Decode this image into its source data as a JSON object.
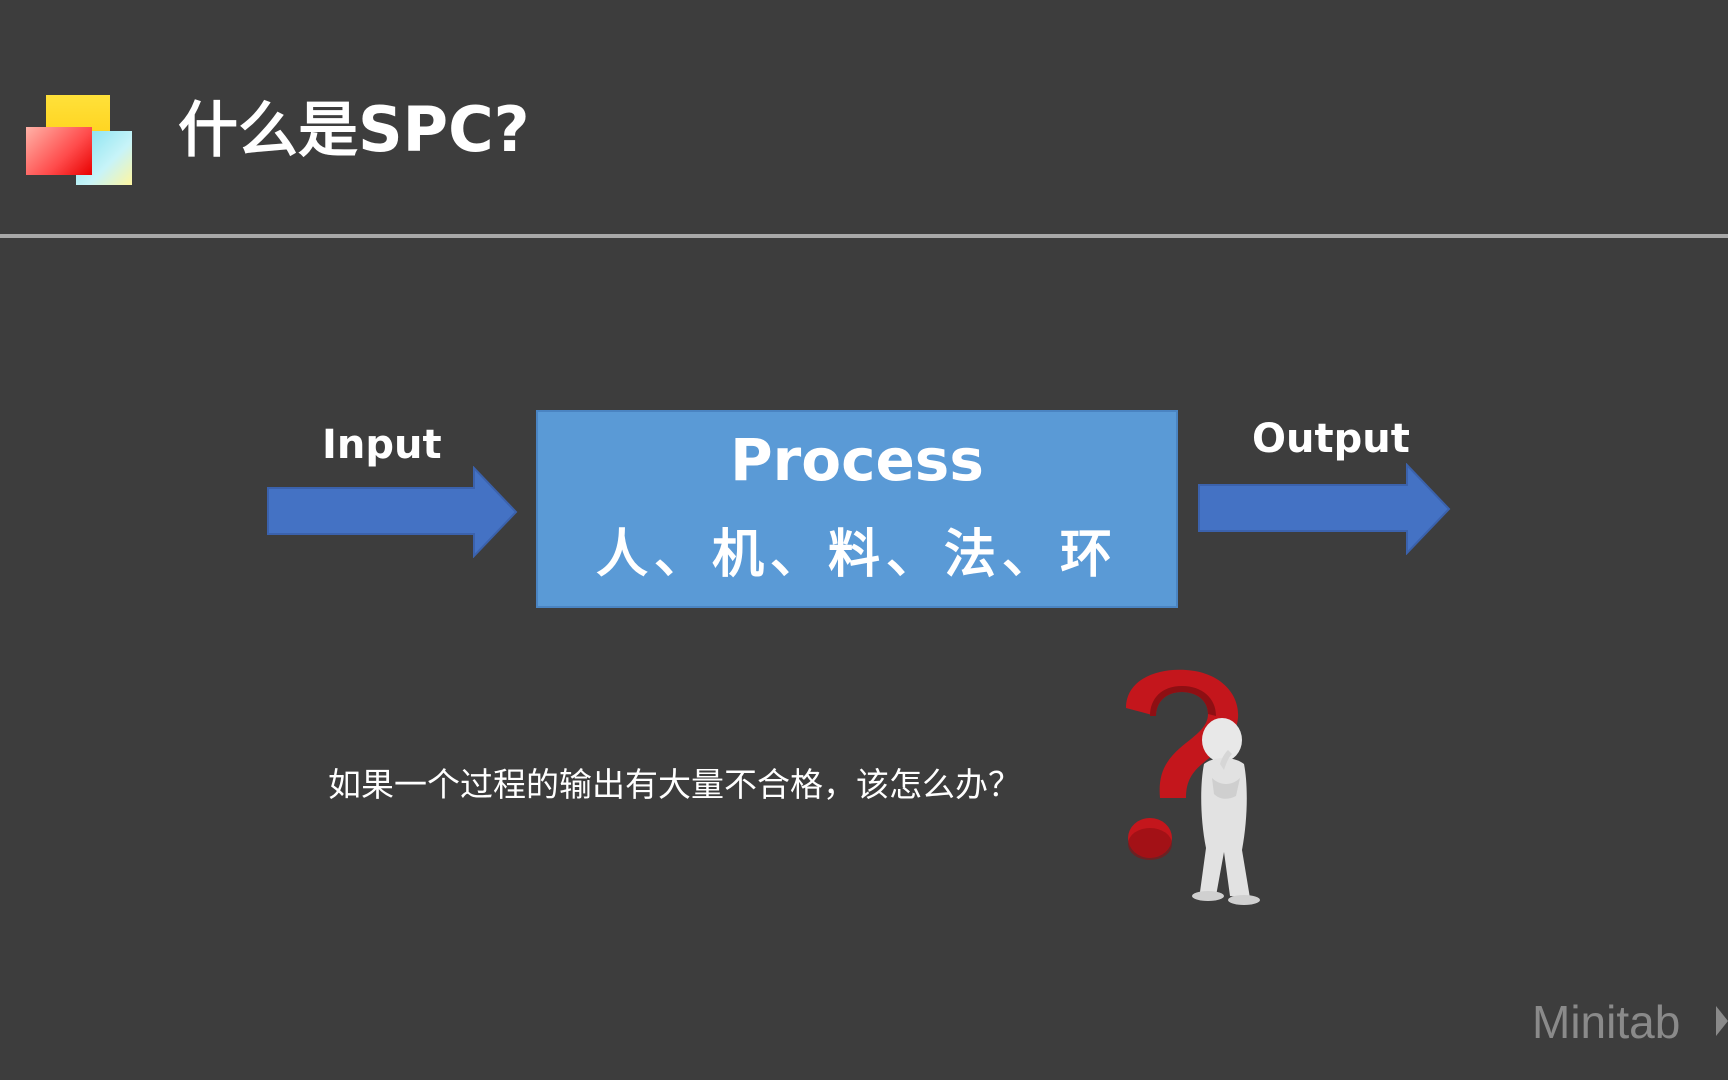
{
  "header": {
    "title_cjk": "什么是",
    "title_latin": "SPC?"
  },
  "diagram": {
    "input_label": "Input",
    "process_title": "Process",
    "process_factors": "人、机、料、法、环",
    "output_label": "Output",
    "arrow_color": "#4472c4",
    "box_color": "#5a9ad6"
  },
  "question_text": "如果一个过程的输出有大量不合格，该怎么办？",
  "icons": {
    "logo": "stacked-squares-logo-icon",
    "thinking_figure": "question-mark-thinking-person-icon"
  },
  "brand": {
    "name": "Minitab"
  }
}
